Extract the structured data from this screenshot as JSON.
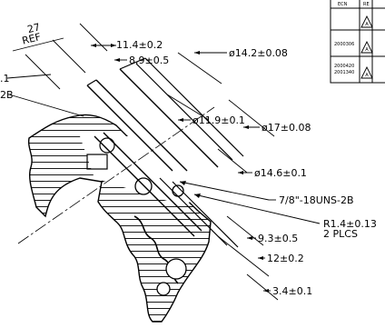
{
  "drawing": {
    "dims": {
      "ref_value": "27",
      "ref_label": "REF",
      "d_11_4": "11.4±0.2",
      "d_8_9": "8.9±0.5",
      "dia_14_2": "ø14.2±0.08",
      "dia_11_9": "ø11.9±0.1",
      "dia_17": "ø17±0.08",
      "dia_14_6": "ø14.6±0.1",
      "thread": "7/8\"-18UNS-2B",
      "radius": "R1.4±0.13",
      "radius_note": "2 PLCS",
      "d_9_3": "9.3±0.5",
      "d_12": "12±0.2",
      "d_3_4": "3.4±0.1",
      "cut_left_1": ".1",
      "cut_left_2": "2B"
    },
    "revision_table": {
      "header_1": "ECN",
      "header_2": "RE",
      "row_1_ecn": "",
      "row_2_ecn": "2000306",
      "row_3_ecn_a": "2000420",
      "row_3_ecn_b": "2001340",
      "flag": "A"
    }
  }
}
